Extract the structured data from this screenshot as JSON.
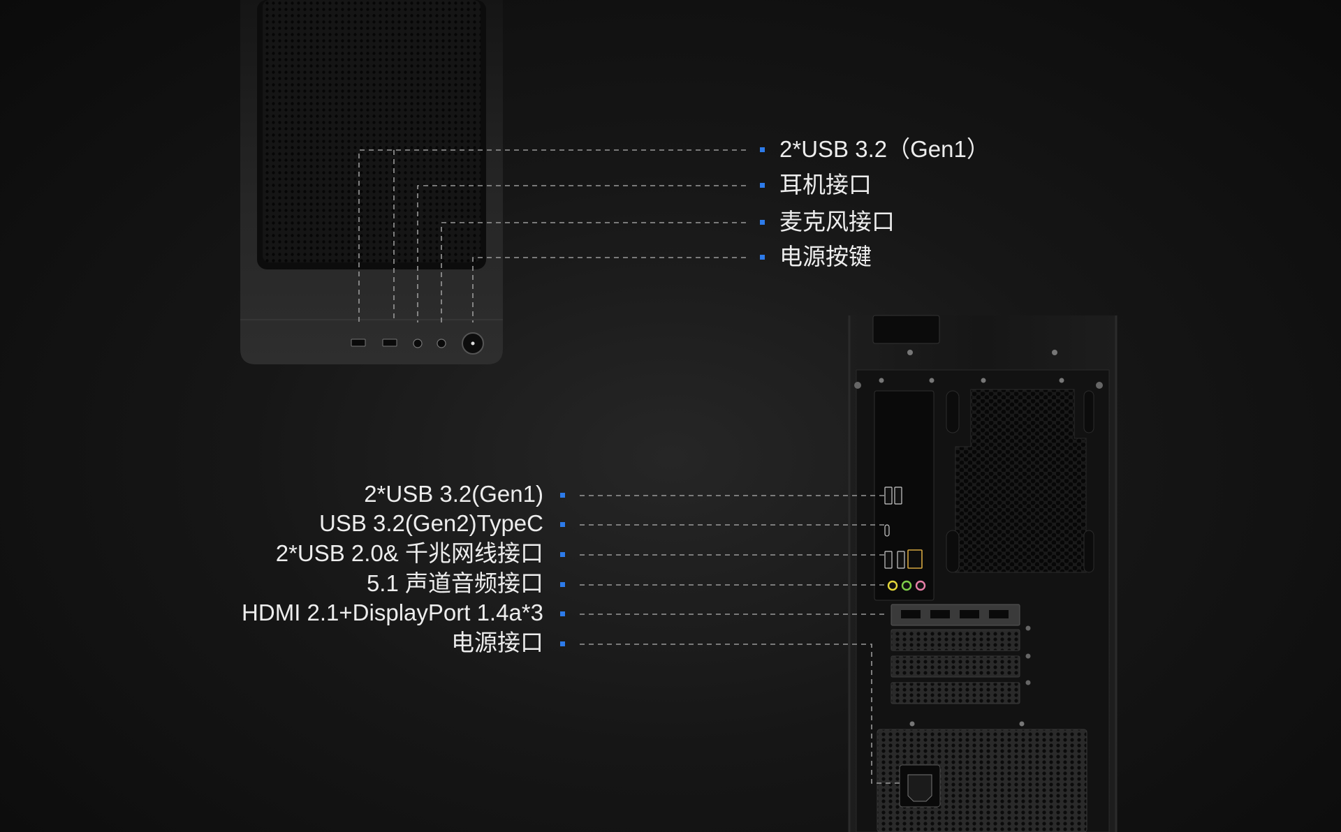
{
  "colors": {
    "background": "#141414",
    "accent": "#2d7bea",
    "leader_line": "#9a9a9a",
    "label_text": "#ededed"
  },
  "front_panel": {
    "ports": [
      {
        "label": "2*USB 3.2（Gen1）"
      },
      {
        "label": "耳机接口"
      },
      {
        "label": "麦克风接口"
      },
      {
        "label": "电源按键"
      }
    ]
  },
  "rear_panel": {
    "ports": [
      {
        "label": "2*USB 3.2(Gen1)"
      },
      {
        "label": "USB 3.2(Gen2)TypeC"
      },
      {
        "label": "2*USB 2.0& 千兆网线接口"
      },
      {
        "label": "5.1 声道音频接口"
      },
      {
        "label": "HDMI 2.1+DisplayPort 1.4a*3"
      },
      {
        "label": "电源接口"
      }
    ]
  }
}
